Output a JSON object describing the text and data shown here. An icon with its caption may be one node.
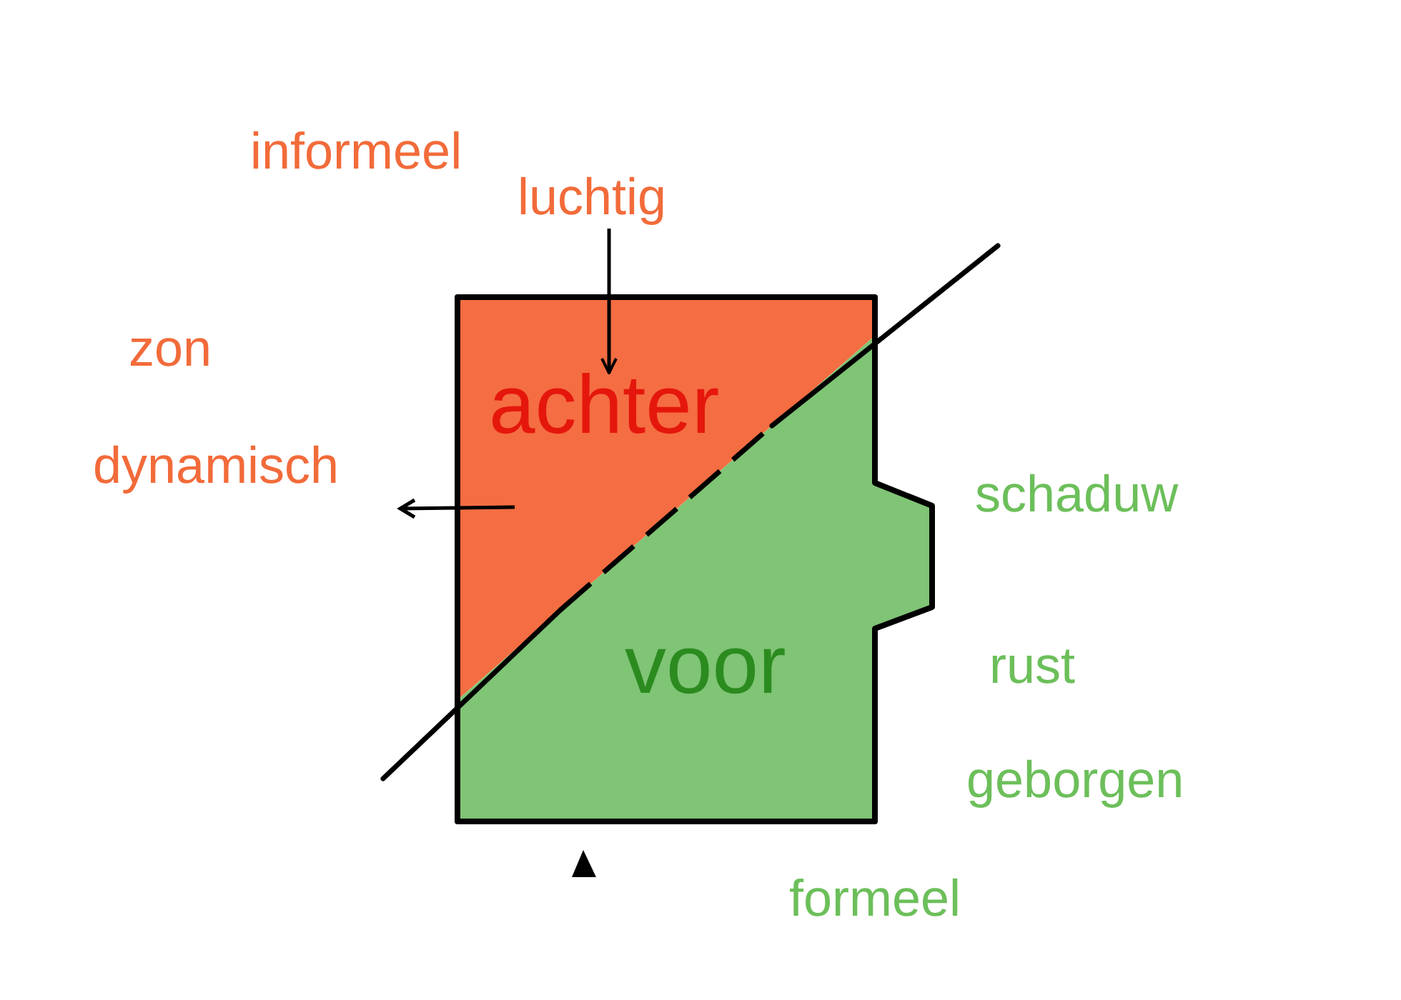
{
  "diagram": {
    "nodes": [
      {
        "text": [
          "achter"
        ]
      },
      {
        "text": [
          "voor"
        ]
      },
      {
        "text": [
          "luchtig"
        ]
      }
    ],
    "edges": [
      {
        "from": 2,
        "to": 0,
        "arrow": "to"
      }
    ],
    "labels": [
      "informeel",
      "zon",
      "dynamisch",
      "schaduw",
      "rust",
      "geborgen",
      "formeel"
    ]
  }
}
